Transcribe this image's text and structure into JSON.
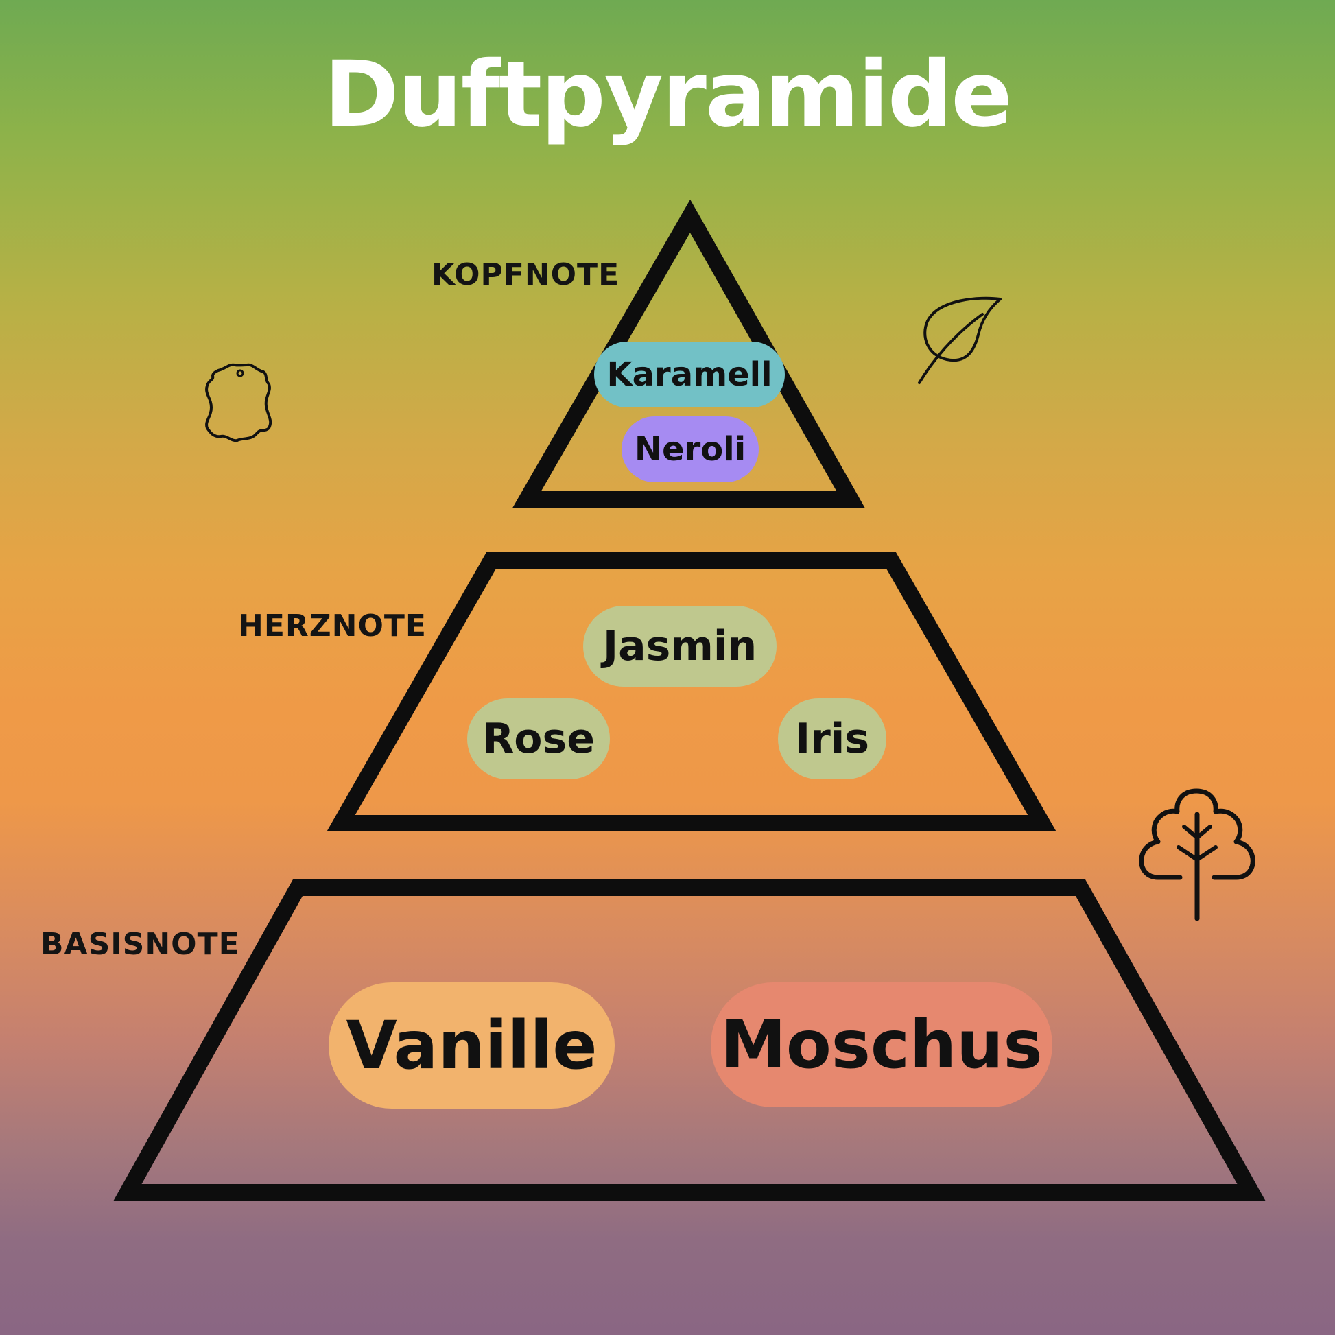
{
  "title": "Duftpyramide",
  "tiers": {
    "top": {
      "label": "KOPFNOTE"
    },
    "middle": {
      "label": "HERZNOTE"
    },
    "base": {
      "label": "BASISNOTE"
    }
  },
  "notes": {
    "karamell": {
      "label": "Karamell",
      "color": "#72c1c6"
    },
    "neroli": {
      "label": "Neroli",
      "color": "#a68bf2"
    },
    "jasmin": {
      "label": "Jasmin",
      "color": "#bfc88e"
    },
    "rose": {
      "label": "Rose",
      "color": "#bfc88e"
    },
    "iris": {
      "label": "Iris",
      "color": "#bfc88e"
    },
    "vanille": {
      "label": "Vanille",
      "color": "#f2b36d"
    },
    "moschus": {
      "label": "Moschus",
      "color": "#e6886f"
    }
  },
  "icons": [
    "leather-icon",
    "leaf-icon",
    "tree-icon"
  ]
}
